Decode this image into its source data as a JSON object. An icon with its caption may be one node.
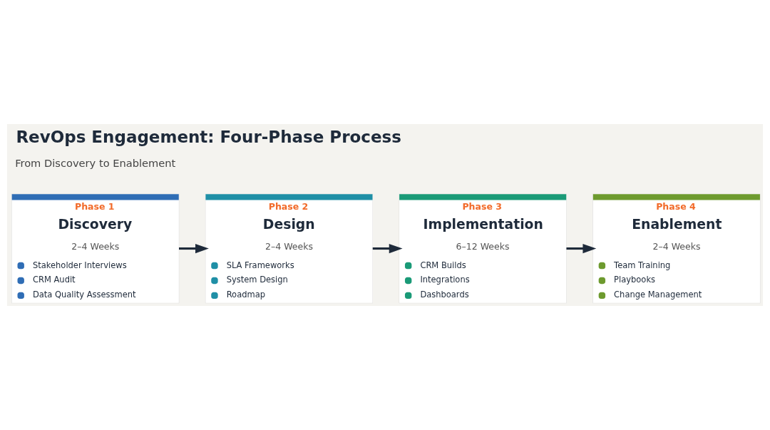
{
  "diagram": {
    "title": "RevOps Engagement: Four-Phase Process",
    "nodes": [
      {
        "text": [
          "Phase 1",
          "Discovery",
          "2–4 Weeks",
          "Stakeholder Interviews",
          "CRM Audit",
          "Data Quality Assessment"
        ]
      },
      {
        "text": [
          "Phase 2",
          "Design",
          "2–4 Weeks",
          "SLA Frameworks",
          "System Design",
          "Roadmap"
        ]
      },
      {
        "text": [
          "Phase 3",
          "Implementation",
          "6–12 Weeks",
          "CRM Builds",
          "Integrations",
          "Dashboards"
        ]
      },
      {
        "text": [
          "Phase 4",
          "Enablement",
          "2–4 Weeks",
          "Team Training",
          "Playbooks",
          "Change Management"
        ]
      }
    ],
    "edges": [
      {
        "from": 0,
        "to": 1,
        "arrow": "to"
      },
      {
        "from": 1,
        "to": 2,
        "arrow": "to"
      },
      {
        "from": 2,
        "to": 3,
        "arrow": "to"
      }
    ],
    "labels": [
      "From Discovery to Enablement"
    ]
  }
}
